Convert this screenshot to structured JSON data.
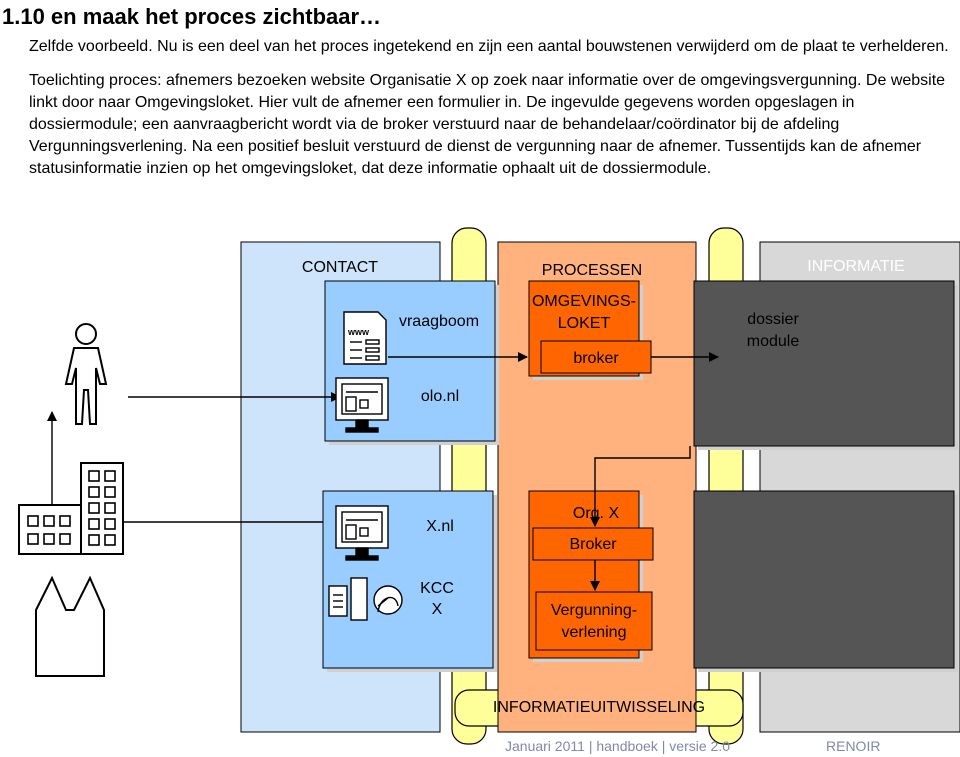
{
  "heading": "1.10 en maak het proces zichtbaar…",
  "intro": {
    "p1": "Zelfde voorbeeld. Nu is een deel van het proces ingetekend en zijn een aantal bouwstenen verwijderd om de plaat te verhelderen.",
    "p2": "Toelichting proces: afnemers bezoeken website Organisatie X op zoek naar informatie over de omgevingsvergunning. De website linkt door naar Omgevingsloket. Hier vult de afnemer een formulier in. De ingevulde gegevens worden opgeslagen in dossiermodule; een aanvraagbericht wordt via de broker verstuurd naar de behandelaar/coördinator bij de afdeling Vergunningsverlening. Na een positief besluit verstuurd de dienst de vergunning naar de afnemer. Tussentijds kan de afnemer statusinformatie inzien op het omgevingsloket, dat deze informatie ophaalt uit de dossiermodule."
  },
  "diagram": {
    "columns": {
      "contact": "CONTACT",
      "processen": "PROCESSEN",
      "informatie": "INFORMATIE"
    },
    "boxes": {
      "vraagboom": "vraagboom",
      "olo": "olo.nl",
      "omgevingsloket_l1": "OMGEVINGS-",
      "omgevingsloket_l2": "LOKET",
      "broker": "broker",
      "dossier_l1": "dossier",
      "dossier_l2": "module",
      "xnl": "X.nl",
      "kcc_l1": "KCC",
      "kcc_l2": "X",
      "orgx": "Org. X",
      "broker2": "Broker",
      "vergunning_l1": "Vergunning-",
      "vergunning_l2": "verlening",
      "www": "www"
    },
    "bus": "INFORMATIEUITWISSELING"
  },
  "footer": {
    "date": "Januari 2011",
    "doc": "handboek",
    "version": "versie 2.0",
    "brand": "RENOIR"
  },
  "colors": {
    "contact_bg": "#cde4fb",
    "blue_box": "#99ccff",
    "orange_bg": "#ffb27e",
    "orange_box": "#ff6600",
    "grey_bg": "#d8d8d8",
    "dark_box": "#555555",
    "bus": "#ffff99",
    "footer": "#7f8aa8"
  },
  "icons": [
    "person-icon",
    "building-icon",
    "church-icon",
    "www-document-icon",
    "computer-icon",
    "phone-headset-icon"
  ]
}
